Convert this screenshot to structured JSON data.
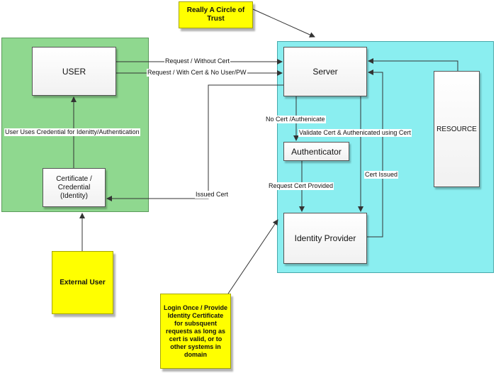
{
  "zones": {
    "client": "",
    "server_side": ""
  },
  "nodes": {
    "user": "USER",
    "certificate": "Certificate / Credential (Identity)",
    "server": "Server",
    "authenticator": "Authenticator",
    "identity_provider": "Identity Provider",
    "resource": "RESOURCE"
  },
  "notes": {
    "trust": "Really A Circle of Trust",
    "external_user": "External User",
    "login_once": "Login Once / Provide Identity Certificate for subsquent requests as long as cert is valid, or to other systems in domain"
  },
  "edges": {
    "request_without_cert": "Request / Without Cert",
    "request_with_cert": "Request / With Cert & No User/PW",
    "user_uses_credential": "User Uses Credential for Idenitty/Authentication",
    "no_cert_authenticate": "No Cert /Authenicate",
    "validate_cert": "Validate Cert & Authenicated using Cert",
    "request_cert_provided": "Request Cert Provided",
    "cert_issued": "Cert Issued",
    "issued_cert": "Issued Cert"
  },
  "colors": {
    "client_zone": "#8fd88f",
    "server_zone": "#8aeef0",
    "note": "#ffff00"
  }
}
